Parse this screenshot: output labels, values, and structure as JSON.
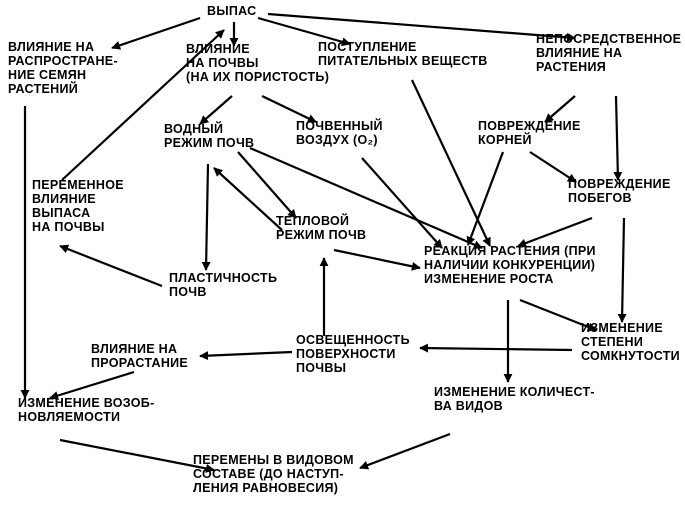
{
  "nodes": {
    "grazing": [
      "ВЫПАС"
    ],
    "seed_spread": [
      "ВЛИЯНИЕ НА",
      "РАСПРОСТРАНЕ-",
      "НИЕ СЕМЯН",
      "РАСТЕНИЙ"
    ],
    "soil_effect": [
      "ВЛИЯНИЕ",
      "НА ПОЧВЫ",
      "(НА ИХ ПОРИСТОСТЬ)"
    ],
    "nutrients": [
      "ПОСТУПЛЕНИЕ",
      "ПИТАТЕЛЬНЫХ ВЕЩЕСТВ"
    ],
    "direct_effect": [
      "НЕПОСРЕДСТВЕННОЕ",
      "ВЛИЯНИЕ НА",
      "РАСТЕНИЯ"
    ],
    "water_regime": [
      "ВОДНЫЙ",
      "РЕЖИМ ПОЧВ"
    ],
    "soil_air": [
      "ПОЧВЕННЫЙ",
      "ВОЗДУХ (O₂)"
    ],
    "root_damage": [
      "ПОВРЕЖДЕНИЕ",
      "КОРНЕЙ"
    ],
    "variable_effect": [
      "ПЕРЕМЕННОЕ",
      "ВЛИЯНИЕ",
      "ВЫПАСА",
      "НА ПОЧВЫ"
    ],
    "shoot_damage": [
      "ПОВРЕЖДЕНИЕ",
      "ПОБЕГОВ"
    ],
    "thermal_regime": [
      "ТЕПЛОВОЙ",
      "РЕЖИМ ПОЧВ"
    ],
    "plant_reaction": [
      "РЕАКЦИЯ РАСТЕНИЯ (ПРИ",
      "НАЛИЧИИ КОНКУРЕНЦИИ)",
      "ИЗМЕНЕНИЕ РОСТА"
    ],
    "soil_plasticity": [
      "ПЛАСТИЧНОСТЬ",
      "ПОЧВ"
    ],
    "germination": [
      "ВЛИЯНИЕ НА",
      "ПРОРАСТАНИЕ"
    ],
    "illumination": [
      "ОСВЕЩЕННОСТЬ",
      "ПОВЕРХНОСТИ",
      "ПОЧВЫ"
    ],
    "closure_change": [
      "ИЗМЕНЕНИЕ",
      "СТЕПЕНИ",
      "СОМКНУТОСТИ"
    ],
    "renewal_change": [
      "ИЗМЕНЕНИЕ ВОЗОБ-",
      "НОВЛЯЕМОСТИ"
    ],
    "species_count": [
      "ИЗМЕНЕНИЕ КОЛИЧЕСТ-",
      "ВА ВИДОВ"
    ],
    "species_composition": [
      "ПЕРЕМЕНЫ В ВИДОВОМ",
      "СОСТАВЕ (ДО НАСТУП-",
      "ЛЕНИЯ РАВНОВЕСИЯ)"
    ]
  },
  "edges": [
    [
      "grazing",
      "seed_spread"
    ],
    [
      "grazing",
      "soil_effect"
    ],
    [
      "grazing",
      "nutrients"
    ],
    [
      "grazing",
      "direct_effect"
    ],
    [
      "soil_effect",
      "water_regime"
    ],
    [
      "soil_effect",
      "soil_air"
    ],
    [
      "direct_effect",
      "root_damage"
    ],
    [
      "direct_effect",
      "shoot_damage"
    ],
    [
      "root_damage",
      "shoot_damage"
    ],
    [
      "water_regime",
      "thermal_regime"
    ],
    [
      "thermal_regime",
      "water_regime"
    ],
    [
      "water_regime",
      "soil_plasticity"
    ],
    [
      "water_regime",
      "plant_reaction"
    ],
    [
      "soil_air",
      "plant_reaction"
    ],
    [
      "nutrients",
      "plant_reaction"
    ],
    [
      "root_damage",
      "plant_reaction"
    ],
    [
      "shoot_damage",
      "plant_reaction"
    ],
    [
      "shoot_damage",
      "closure_change"
    ],
    [
      "thermal_regime",
      "plant_reaction"
    ],
    [
      "variable_effect",
      "grazing"
    ],
    [
      "soil_plasticity",
      "variable_effect"
    ],
    [
      "seed_spread",
      "renewal_change"
    ],
    [
      "illumination",
      "thermal_regime"
    ],
    [
      "illumination",
      "germination"
    ],
    [
      "closure_change",
      "illumination"
    ],
    [
      "plant_reaction",
      "closure_change"
    ],
    [
      "plant_reaction",
      "species_count"
    ],
    [
      "germination",
      "renewal_change"
    ],
    [
      "renewal_change",
      "species_composition"
    ],
    [
      "species_count",
      "species_composition"
    ]
  ]
}
